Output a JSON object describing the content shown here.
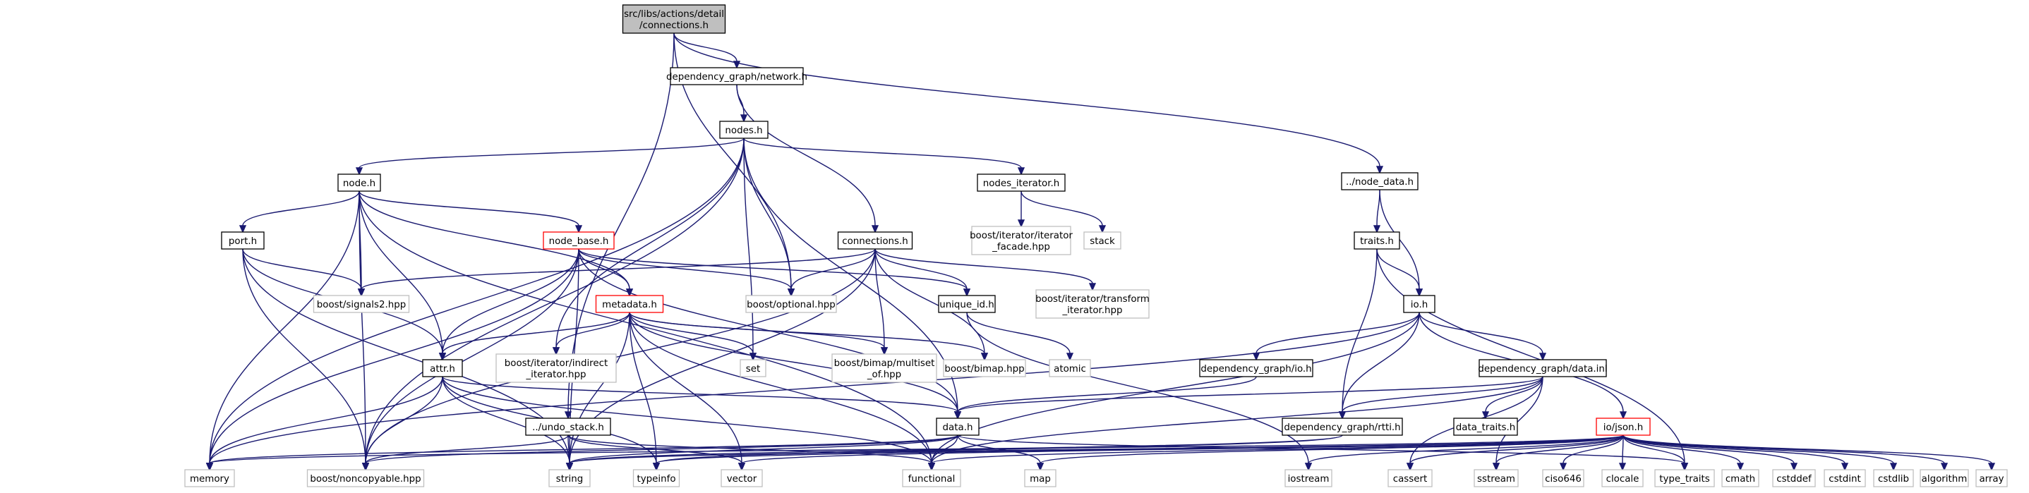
{
  "diagram": {
    "nodes": [
      {
        "id": "root",
        "kind": "root",
        "lines": [
          "src/libs/actions/detail",
          "/connections.h"
        ]
      },
      {
        "id": "network",
        "kind": "project",
        "lines": [
          "dependency_graph/network.h"
        ]
      },
      {
        "id": "node_data",
        "kind": "project",
        "lines": [
          "../node_data.h"
        ]
      },
      {
        "id": "nodes",
        "kind": "project",
        "lines": [
          "nodes.h"
        ]
      },
      {
        "id": "node",
        "kind": "project",
        "lines": [
          "node.h"
        ]
      },
      {
        "id": "nodes_iterator",
        "kind": "project",
        "lines": [
          "nodes_iterator.h"
        ]
      },
      {
        "id": "traits",
        "kind": "project",
        "lines": [
          "traits.h"
        ]
      },
      {
        "id": "port",
        "kind": "project",
        "lines": [
          "port.h"
        ]
      },
      {
        "id": "node_base",
        "kind": "trunc",
        "lines": [
          "node_base.h"
        ]
      },
      {
        "id": "connections",
        "kind": "project",
        "lines": [
          "connections.h"
        ]
      },
      {
        "id": "iter_facade",
        "kind": "system",
        "lines": [
          "boost/iterator/iterator",
          "_facade.hpp"
        ]
      },
      {
        "id": "stack",
        "kind": "system",
        "lines": [
          "stack"
        ]
      },
      {
        "id": "signals2",
        "kind": "system",
        "lines": [
          "boost/signals2.hpp"
        ]
      },
      {
        "id": "optional",
        "kind": "system",
        "lines": [
          "boost/optional.hpp"
        ]
      },
      {
        "id": "unique_id",
        "kind": "project",
        "lines": [
          "unique_id.h"
        ]
      },
      {
        "id": "iter_transform",
        "kind": "system",
        "lines": [
          "boost/iterator/transform",
          "_iterator.hpp"
        ]
      },
      {
        "id": "io",
        "kind": "project",
        "lines": [
          "io.h"
        ]
      },
      {
        "id": "metadata",
        "kind": "trunc",
        "lines": [
          "metadata.h"
        ]
      },
      {
        "id": "iter_indirect",
        "kind": "system",
        "lines": [
          "boost/iterator/indirect",
          "_iterator.hpp"
        ]
      },
      {
        "id": "set",
        "kind": "system",
        "lines": [
          "set"
        ]
      },
      {
        "id": "multiset",
        "kind": "system",
        "lines": [
          "boost/bimap/multiset",
          "_of.hpp"
        ]
      },
      {
        "id": "bimap",
        "kind": "system",
        "lines": [
          "boost/bimap.hpp"
        ]
      },
      {
        "id": "atomic",
        "kind": "system",
        "lines": [
          "atomic"
        ]
      },
      {
        "id": "dg_io",
        "kind": "project",
        "lines": [
          "dependency_graph/io.h"
        ]
      },
      {
        "id": "dg_data_inl",
        "kind": "project",
        "lines": [
          "dependency_graph/data.inl"
        ]
      },
      {
        "id": "attr",
        "kind": "project",
        "lines": [
          "attr.h"
        ]
      },
      {
        "id": "undo_stack",
        "kind": "project",
        "lines": [
          "../undo_stack.h"
        ]
      },
      {
        "id": "data",
        "kind": "project",
        "lines": [
          "data.h"
        ]
      },
      {
        "id": "dg_rtti",
        "kind": "project",
        "lines": [
          "dependency_graph/rtti.h"
        ]
      },
      {
        "id": "data_traits",
        "kind": "project",
        "lines": [
          "data_traits.h"
        ]
      },
      {
        "id": "json",
        "kind": "trunc",
        "lines": [
          "io/json.h"
        ]
      },
      {
        "id": "memory",
        "kind": "system",
        "lines": [
          "memory"
        ]
      },
      {
        "id": "noncopyable",
        "kind": "system",
        "lines": [
          "boost/noncopyable.hpp"
        ]
      },
      {
        "id": "string",
        "kind": "system",
        "lines": [
          "string"
        ]
      },
      {
        "id": "typeinfo",
        "kind": "system",
        "lines": [
          "typeinfo"
        ]
      },
      {
        "id": "vector",
        "kind": "system",
        "lines": [
          "vector"
        ]
      },
      {
        "id": "functional",
        "kind": "system",
        "lines": [
          "functional"
        ]
      },
      {
        "id": "map",
        "kind": "system",
        "lines": [
          "map"
        ]
      },
      {
        "id": "iostream",
        "kind": "system",
        "lines": [
          "iostream"
        ]
      },
      {
        "id": "cassert",
        "kind": "system",
        "lines": [
          "cassert"
        ]
      },
      {
        "id": "sstream",
        "kind": "system",
        "lines": [
          "sstream"
        ]
      },
      {
        "id": "ciso646",
        "kind": "system",
        "lines": [
          "ciso646"
        ]
      },
      {
        "id": "clocale",
        "kind": "system",
        "lines": [
          "clocale"
        ]
      },
      {
        "id": "type_traits",
        "kind": "system",
        "lines": [
          "type_traits"
        ]
      },
      {
        "id": "cmath",
        "kind": "system",
        "lines": [
          "cmath"
        ]
      },
      {
        "id": "cstddef",
        "kind": "system",
        "lines": [
          "cstddef"
        ]
      },
      {
        "id": "cstdint",
        "kind": "system",
        "lines": [
          "cstdint"
        ]
      },
      {
        "id": "cstdlib",
        "kind": "system",
        "lines": [
          "cstdlib"
        ]
      },
      {
        "id": "algorithm",
        "kind": "system",
        "lines": [
          "algorithm"
        ]
      },
      {
        "id": "array",
        "kind": "system",
        "lines": [
          "array"
        ]
      }
    ],
    "edges": [
      [
        "root",
        "network"
      ],
      [
        "root",
        "node_data"
      ],
      [
        "root",
        "optional"
      ],
      [
        "root",
        "undo_stack"
      ],
      [
        "network",
        "nodes"
      ],
      [
        "network",
        "connections"
      ],
      [
        "nodes",
        "node"
      ],
      [
        "nodes",
        "nodes_iterator"
      ],
      [
        "nodes",
        "optional"
      ],
      [
        "nodes",
        "set"
      ],
      [
        "nodes",
        "data"
      ],
      [
        "nodes",
        "memory"
      ],
      [
        "nodes",
        "noncopyable"
      ],
      [
        "nodes",
        "iter_indirect"
      ],
      [
        "node",
        "port"
      ],
      [
        "node",
        "node_base"
      ],
      [
        "node",
        "signals2"
      ],
      [
        "node",
        "attr"
      ],
      [
        "node",
        "metadata"
      ],
      [
        "node",
        "memory"
      ],
      [
        "node",
        "noncopyable"
      ],
      [
        "node",
        "functional"
      ],
      [
        "nodes_iterator",
        "iter_facade"
      ],
      [
        "nodes_iterator",
        "stack"
      ],
      [
        "port",
        "signals2"
      ],
      [
        "port",
        "attr"
      ],
      [
        "port",
        "noncopyable"
      ],
      [
        "port",
        "string"
      ],
      [
        "node_base",
        "metadata"
      ],
      [
        "node_base",
        "optional"
      ],
      [
        "node_base",
        "unique_id"
      ],
      [
        "node_base",
        "attr"
      ],
      [
        "node_base",
        "data"
      ],
      [
        "node_base",
        "noncopyable"
      ],
      [
        "node_base",
        "memory"
      ],
      [
        "node_base",
        "string"
      ],
      [
        "connections",
        "optional"
      ],
      [
        "connections",
        "unique_id"
      ],
      [
        "connections",
        "iter_transform"
      ],
      [
        "connections",
        "bimap"
      ],
      [
        "connections",
        "multiset"
      ],
      [
        "connections",
        "signals2"
      ],
      [
        "connections",
        "noncopyable"
      ],
      [
        "connections",
        "string"
      ],
      [
        "metadata",
        "attr"
      ],
      [
        "metadata",
        "set"
      ],
      [
        "metadata",
        "multiset"
      ],
      [
        "metadata",
        "bimap"
      ],
      [
        "metadata",
        "iter_indirect"
      ],
      [
        "metadata",
        "data"
      ],
      [
        "metadata",
        "string"
      ],
      [
        "metadata",
        "vector"
      ],
      [
        "metadata",
        "functional"
      ],
      [
        "metadata",
        "typeinfo"
      ],
      [
        "unique_id",
        "atomic"
      ],
      [
        "unique_id",
        "iostream"
      ],
      [
        "attr",
        "data"
      ],
      [
        "attr",
        "memory"
      ],
      [
        "attr",
        "noncopyable"
      ],
      [
        "attr",
        "string"
      ],
      [
        "attr",
        "typeinfo"
      ],
      [
        "attr",
        "functional"
      ],
      [
        "undo_stack",
        "noncopyable"
      ],
      [
        "undo_stack",
        "string"
      ],
      [
        "undo_stack",
        "vector"
      ],
      [
        "undo_stack",
        "functional"
      ],
      [
        "node_data",
        "traits"
      ],
      [
        "node_data",
        "io"
      ],
      [
        "traits",
        "io"
      ],
      [
        "traits",
        "dg_rtti"
      ],
      [
        "traits",
        "type_traits"
      ],
      [
        "io",
        "dg_io"
      ],
      [
        "io",
        "dg_data_inl"
      ],
      [
        "io",
        "json"
      ],
      [
        "io",
        "dg_rtti"
      ],
      [
        "io",
        "functional"
      ],
      [
        "io",
        "memory"
      ],
      [
        "dg_io",
        "data"
      ],
      [
        "dg_data_inl",
        "data"
      ],
      [
        "dg_data_inl",
        "dg_rtti"
      ],
      [
        "dg_data_inl",
        "data_traits"
      ],
      [
        "dg_data_inl",
        "cassert"
      ],
      [
        "dg_data_inl",
        "sstream"
      ],
      [
        "dg_data_inl",
        "functional"
      ],
      [
        "data",
        "memory"
      ],
      [
        "data",
        "functional"
      ],
      [
        "data",
        "map"
      ],
      [
        "data",
        "noncopyable"
      ],
      [
        "data",
        "type_traits"
      ],
      [
        "data",
        "string"
      ],
      [
        "dg_rtti",
        "string"
      ],
      [
        "dg_rtti",
        "typeinfo"
      ],
      [
        "json",
        "memory"
      ],
      [
        "json",
        "string"
      ],
      [
        "json",
        "vector"
      ],
      [
        "json",
        "functional"
      ],
      [
        "json",
        "map"
      ],
      [
        "json",
        "iostream"
      ],
      [
        "json",
        "cassert"
      ],
      [
        "json",
        "sstream"
      ],
      [
        "json",
        "ciso646"
      ],
      [
        "json",
        "clocale"
      ],
      [
        "json",
        "type_traits"
      ],
      [
        "json",
        "cmath"
      ],
      [
        "json",
        "cstddef"
      ],
      [
        "json",
        "cstdint"
      ],
      [
        "json",
        "cstdlib"
      ],
      [
        "json",
        "algorithm"
      ],
      [
        "json",
        "array"
      ],
      [
        "json",
        "typeinfo"
      ]
    ]
  }
}
